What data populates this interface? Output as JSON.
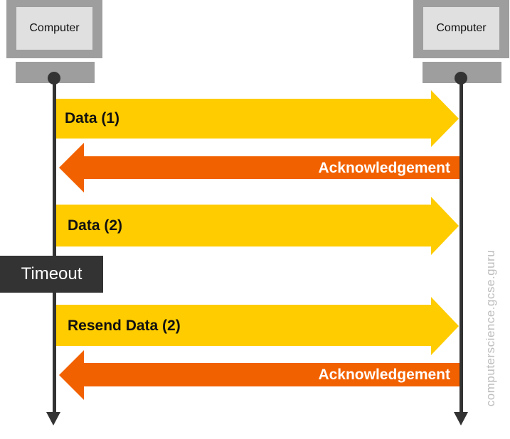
{
  "computers": {
    "left_label": "Computer",
    "right_label": "Computer"
  },
  "messages": {
    "data1": "Data (1)",
    "ack1": "Acknowledgement",
    "data2": "Data (2)",
    "resend": "Resend Data (2)",
    "ack2": "Acknowledgement"
  },
  "timeout_label": "Timeout",
  "watermark": "computerscience.gcse.guru",
  "colors": {
    "data_arrow": "#FFCC00",
    "ack_arrow": "#F26100",
    "timeline": "#333333",
    "computer": "#9E9E9E",
    "screen": "#E0E0E0"
  }
}
